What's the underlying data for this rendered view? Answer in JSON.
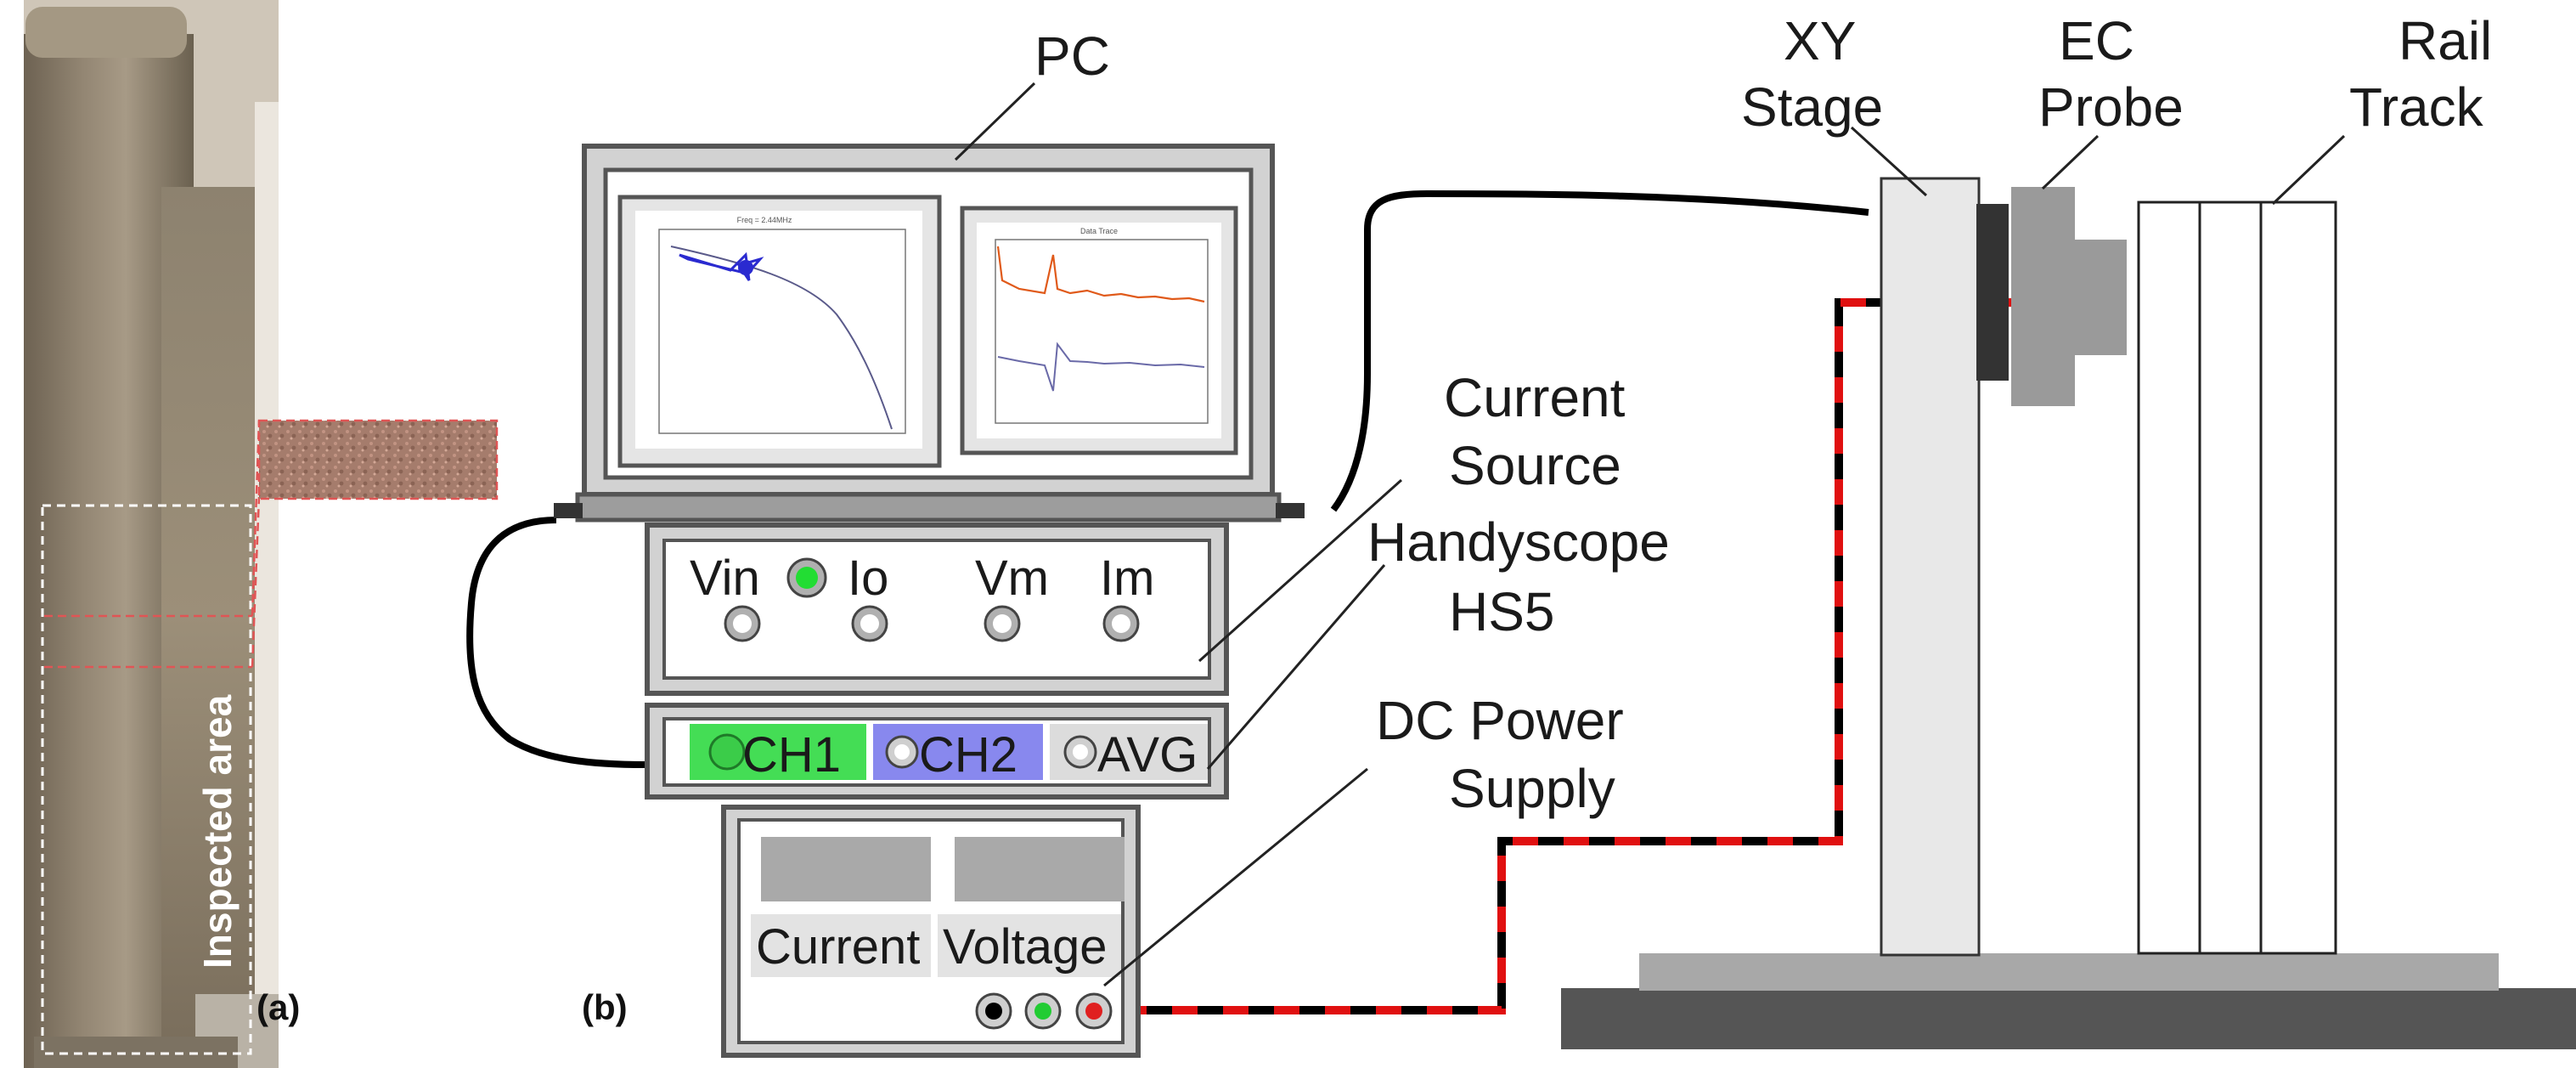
{
  "panel_a": {
    "label": "(a)",
    "inspected_area_label": "Inspected area"
  },
  "panel_b": {
    "label": "(b)"
  },
  "pc": {
    "label": "PC",
    "screen_left_title": "Freq = 2.44MHz",
    "screen_right_title": "Data Trace"
  },
  "current_source": {
    "label_line1": "Current",
    "label_line2": "Source",
    "knobs": [
      "Vin",
      "Io",
      "Vm",
      "Im"
    ]
  },
  "handyscope": {
    "label_line1": "Handyscope",
    "label_line2": "HS5",
    "channels": [
      "CH1",
      "CH2",
      "AVG"
    ],
    "channel_colors": {
      "CH1": "#44dd55",
      "CH2": "#8888ee",
      "AVG": "#dcdcdc"
    }
  },
  "power_supply": {
    "label_line1": "DC Power",
    "label_line2": "Supply",
    "displays": [
      "Current",
      "Voltage"
    ]
  },
  "xy_stage": {
    "label_line1": "XY",
    "label_line2": "Stage"
  },
  "ec_probe": {
    "label_line1": "EC",
    "label_line2": "Probe"
  },
  "rail_track": {
    "label_line1": "Rail",
    "label_line2": "Track"
  },
  "colors": {
    "device_frame": "#6e6e6e",
    "device_fill": "#d6d6d6",
    "stage_fill": "#e8e8e8",
    "probe_fill": "#9a9a9a",
    "base_dark": "#555555",
    "base_light": "#a8a8a8",
    "cable_red": "#e01010"
  }
}
